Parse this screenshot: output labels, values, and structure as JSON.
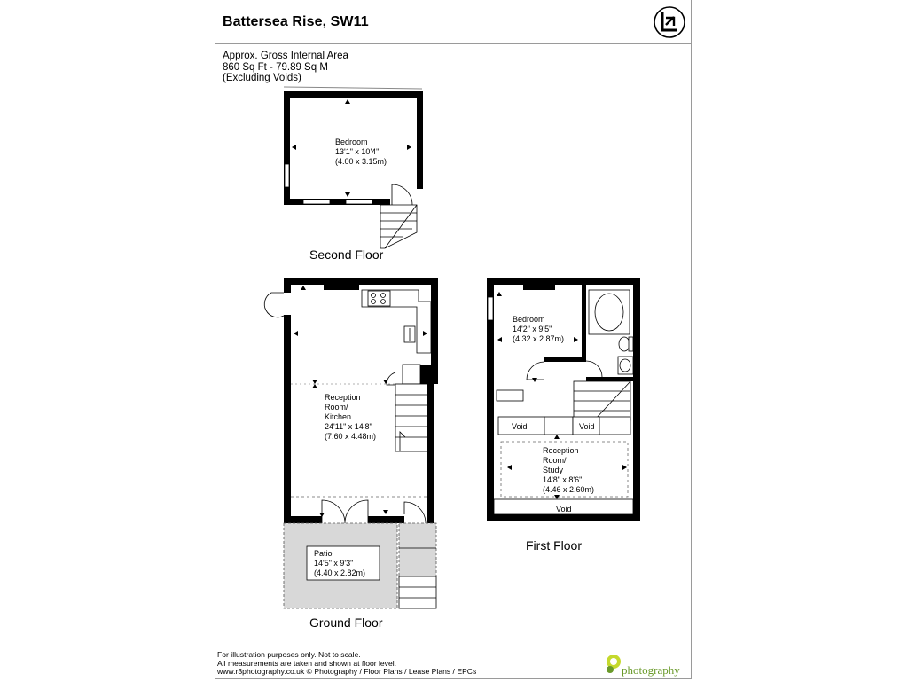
{
  "header": {
    "title": "Battersea Rise, SW11",
    "area_line1": "Approx. Gross Internal Area",
    "area_line2": "860 Sq Ft  -  79.89 Sq M",
    "area_line3": "(Excluding Voids)",
    "compass_icon": "north-arrow-icon"
  },
  "floors": {
    "second": {
      "name": "Second Floor",
      "rooms": [
        {
          "name": "Bedroom",
          "size_imperial": "13'1\" x 10'4\"",
          "size_metric": "(4.00 x 3.15m)"
        }
      ]
    },
    "ground": {
      "name": "Ground Floor",
      "rooms": [
        {
          "name_lines": [
            "Reception",
            "Room/",
            "Kitchen"
          ],
          "size_imperial": "24'11\" x 14'8\"",
          "size_metric": "(7.60 x 4.48m)"
        },
        {
          "name": "Patio",
          "size_imperial": "14'5\" x 9'3\"",
          "size_metric": "(4.40 x 2.82m)"
        }
      ]
    },
    "first": {
      "name": "First Floor",
      "rooms": [
        {
          "name": "Bedroom",
          "size_imperial": "14'2\" x 9'5\"",
          "size_metric": "(4.32 x 2.87m)"
        },
        {
          "name_lines": [
            "Reception",
            "Room/",
            "Study"
          ],
          "size_imperial": "14'8\" x 8'6\"",
          "size_metric": "(4.46 x 2.60m)"
        }
      ],
      "voids": [
        "Void",
        "Void",
        "Void"
      ]
    }
  },
  "footer": {
    "line1": "For illustration purposes only. Not to scale.",
    "line2": "All measurements are taken and shown at floor level.",
    "line3": "www.r3photography.co.uk © Photography / Floor Plans / Lease Plans / EPCs"
  },
  "logo": {
    "text": "photography",
    "mark": "r3",
    "color": "#6a9a2a"
  }
}
